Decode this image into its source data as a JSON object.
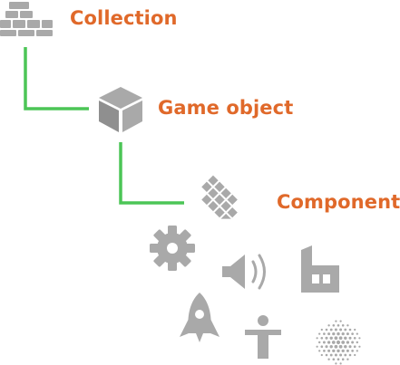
{
  "colors": {
    "label": "#e0692a",
    "connector": "#4cc556",
    "icon": "#a9a9a9",
    "icon_dark": "#8f8f8f"
  },
  "nodes": {
    "collection": {
      "label": "Collection",
      "icon": "bricks-icon"
    },
    "game_object": {
      "label": "Game object",
      "icon": "cube-icon"
    },
    "component": {
      "label": "Component",
      "icon": "tiles-icon"
    }
  },
  "component_types": [
    {
      "name": "script",
      "icon": "gear-icon"
    },
    {
      "name": "sound",
      "icon": "speaker-icon"
    },
    {
      "name": "factory",
      "icon": "factory-icon"
    },
    {
      "name": "particle-effect",
      "icon": "rocket-icon"
    },
    {
      "name": "model",
      "icon": "figure-icon"
    },
    {
      "name": "sprite-dots",
      "icon": "dot-grid-icon"
    }
  ]
}
